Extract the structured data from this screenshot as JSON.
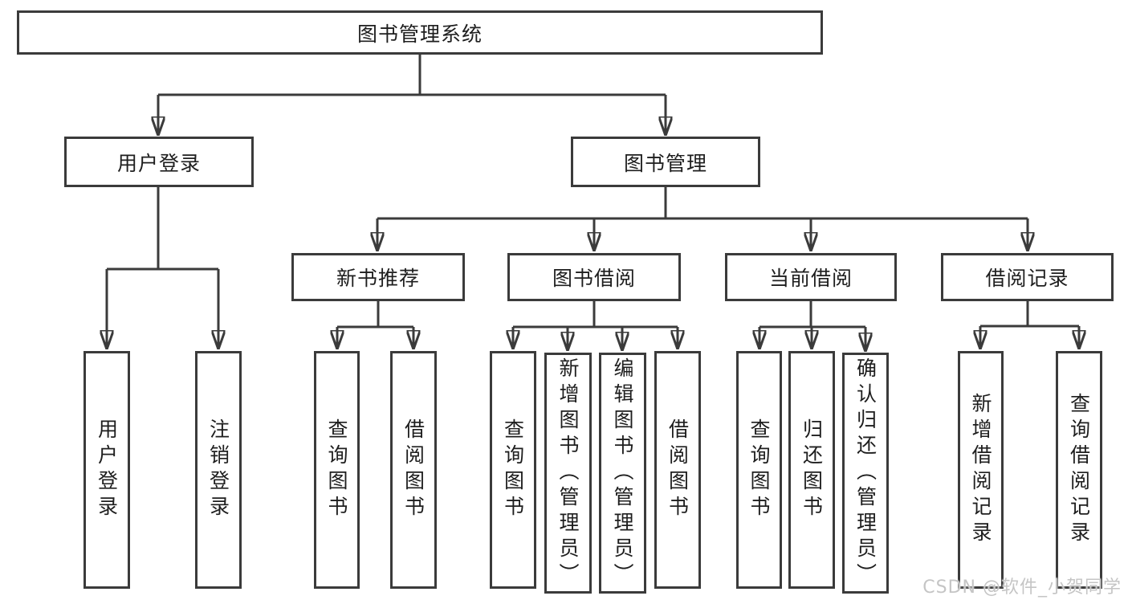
{
  "diagram": {
    "root": {
      "label": "图书管理系统"
    },
    "branches": [
      {
        "label": "用户登录",
        "children": [
          {
            "label": "用户登录"
          },
          {
            "label": "注销登录"
          }
        ]
      },
      {
        "label": "图书管理",
        "children": [
          {
            "label": "新书推荐",
            "children": [
              {
                "label": "查询图书"
              },
              {
                "label": "借阅图书"
              }
            ]
          },
          {
            "label": "图书借阅",
            "children": [
              {
                "label": "查询图书"
              },
              {
                "label": "新增图书（管理员）"
              },
              {
                "label": "编辑图书（管理员）"
              },
              {
                "label": "借阅图书"
              }
            ]
          },
          {
            "label": "当前借阅",
            "children": [
              {
                "label": "查询图书"
              },
              {
                "label": "归还图书"
              },
              {
                "label": "确认归还（管理员）"
              }
            ]
          },
          {
            "label": "借阅记录",
            "children": [
              {
                "label": "新增借阅记录"
              },
              {
                "label": "查询借阅记录"
              }
            ]
          }
        ]
      }
    ]
  },
  "watermark": {
    "text": "CSDN @软件_小贺同学"
  },
  "colors": {
    "line": "#3b3b3b",
    "text": "#1e1e1e",
    "watermark": "#c5c5c5",
    "background": "#ffffff"
  }
}
